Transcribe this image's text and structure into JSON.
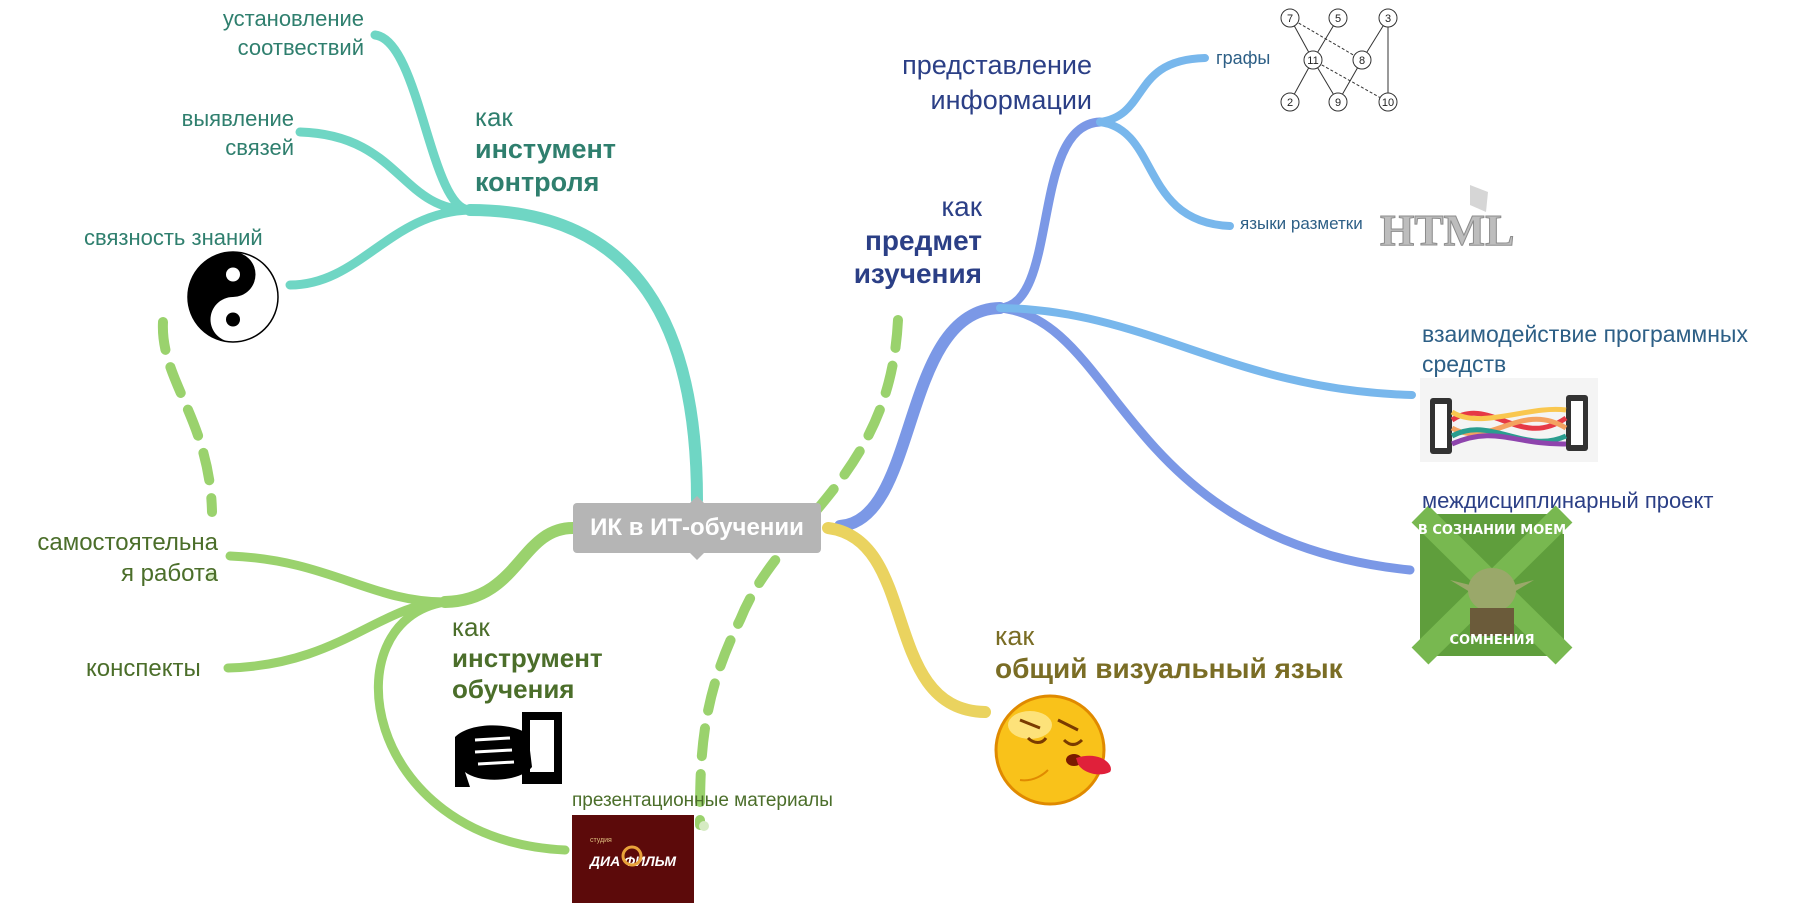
{
  "center": {
    "label": "ИК в ИТ-обучении"
  },
  "nodes": {
    "control": {
      "pre": "как",
      "main1": "инстумент",
      "main2": "контроля"
    },
    "match": {
      "line1": "установление",
      "line2": "соотвествий"
    },
    "links": {
      "line1": "выявление",
      "line2": "связей"
    },
    "coherence": {
      "label": "связность знаний"
    },
    "independent": {
      "line1": "самостоятельна",
      "line2": "я работа"
    },
    "notes": {
      "label": "конспекты"
    },
    "teaching": {
      "pre": "как",
      "main1": "инструмент",
      "main2": "обучения"
    },
    "presentation": {
      "label": "презентационные материалы",
      "logo_text": "ДИА ФИЛЬМ",
      "logo_small": "студия"
    },
    "subject": {
      "pre": "как",
      "main1": "предмет",
      "main2": "изучения"
    },
    "representation": {
      "line1": "представление",
      "line2": "информации"
    },
    "graphs": {
      "label": "графы",
      "graph_nodes": [
        "7",
        "5",
        "3",
        "11",
        "8",
        "2",
        "9",
        "10"
      ]
    },
    "markup": {
      "label": "языки разметки",
      "logo_text": "HTML"
    },
    "interaction": {
      "line1": "взаимодействие программных",
      "line2": "средств"
    },
    "project": {
      "label": "междисциплинарный проект",
      "meme_top": "В СОЗНАНИИ МОЕМ",
      "meme_bottom": "СОМНЕНИЯ"
    },
    "visual": {
      "pre": "как",
      "main": "общий визуальный язык"
    }
  },
  "colors": {
    "teal": "#6fd6c4",
    "green": "#9ad26d",
    "blue": "#7b98e6",
    "lightblue": "#78b7ec",
    "yellow": "#ead35f",
    "dash_green": "#9ad26d"
  }
}
